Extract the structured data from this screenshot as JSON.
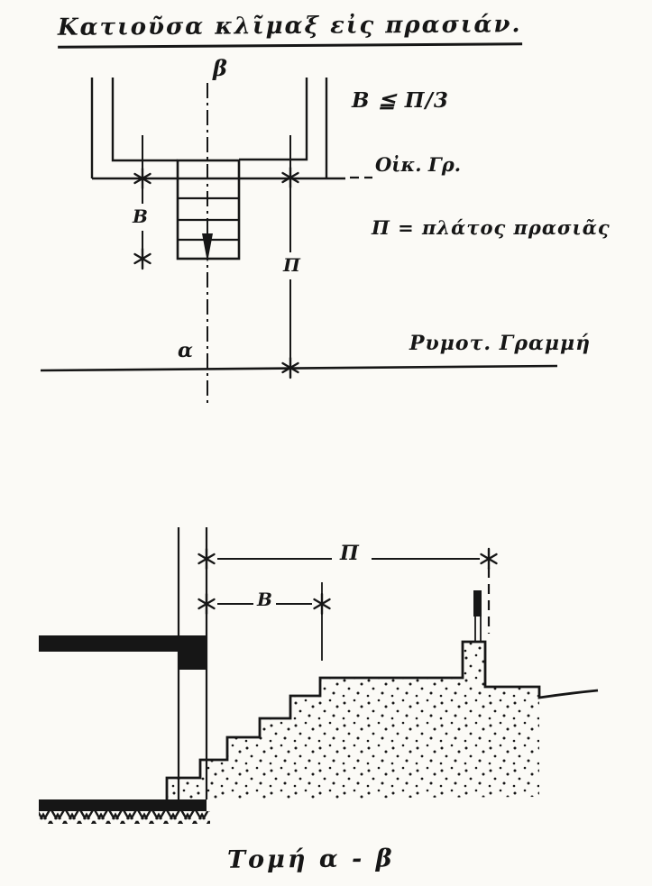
{
  "title": "Κατιοῦσα κλῖμαξ εἰς πρασιάν.",
  "plan": {
    "note_b_rule": "Β ≦ Π/3",
    "building_line_label": "Οἰκ. Γρ.",
    "pi_definition": "Π = πλάτος πρασιᾶς",
    "street_line_label": "Ρυμοτ. Γραμμή",
    "axis_top_label": "β",
    "axis_bottom_label": "α",
    "dim_b_label": "Β",
    "dim_pi_label": "Π"
  },
  "section": {
    "dim_pi_label": "Π",
    "dim_b_label": "Β",
    "caption": "Τομή  α - β"
  },
  "colors": {
    "ink": "#161616",
    "paper": "#fbfaf6"
  }
}
